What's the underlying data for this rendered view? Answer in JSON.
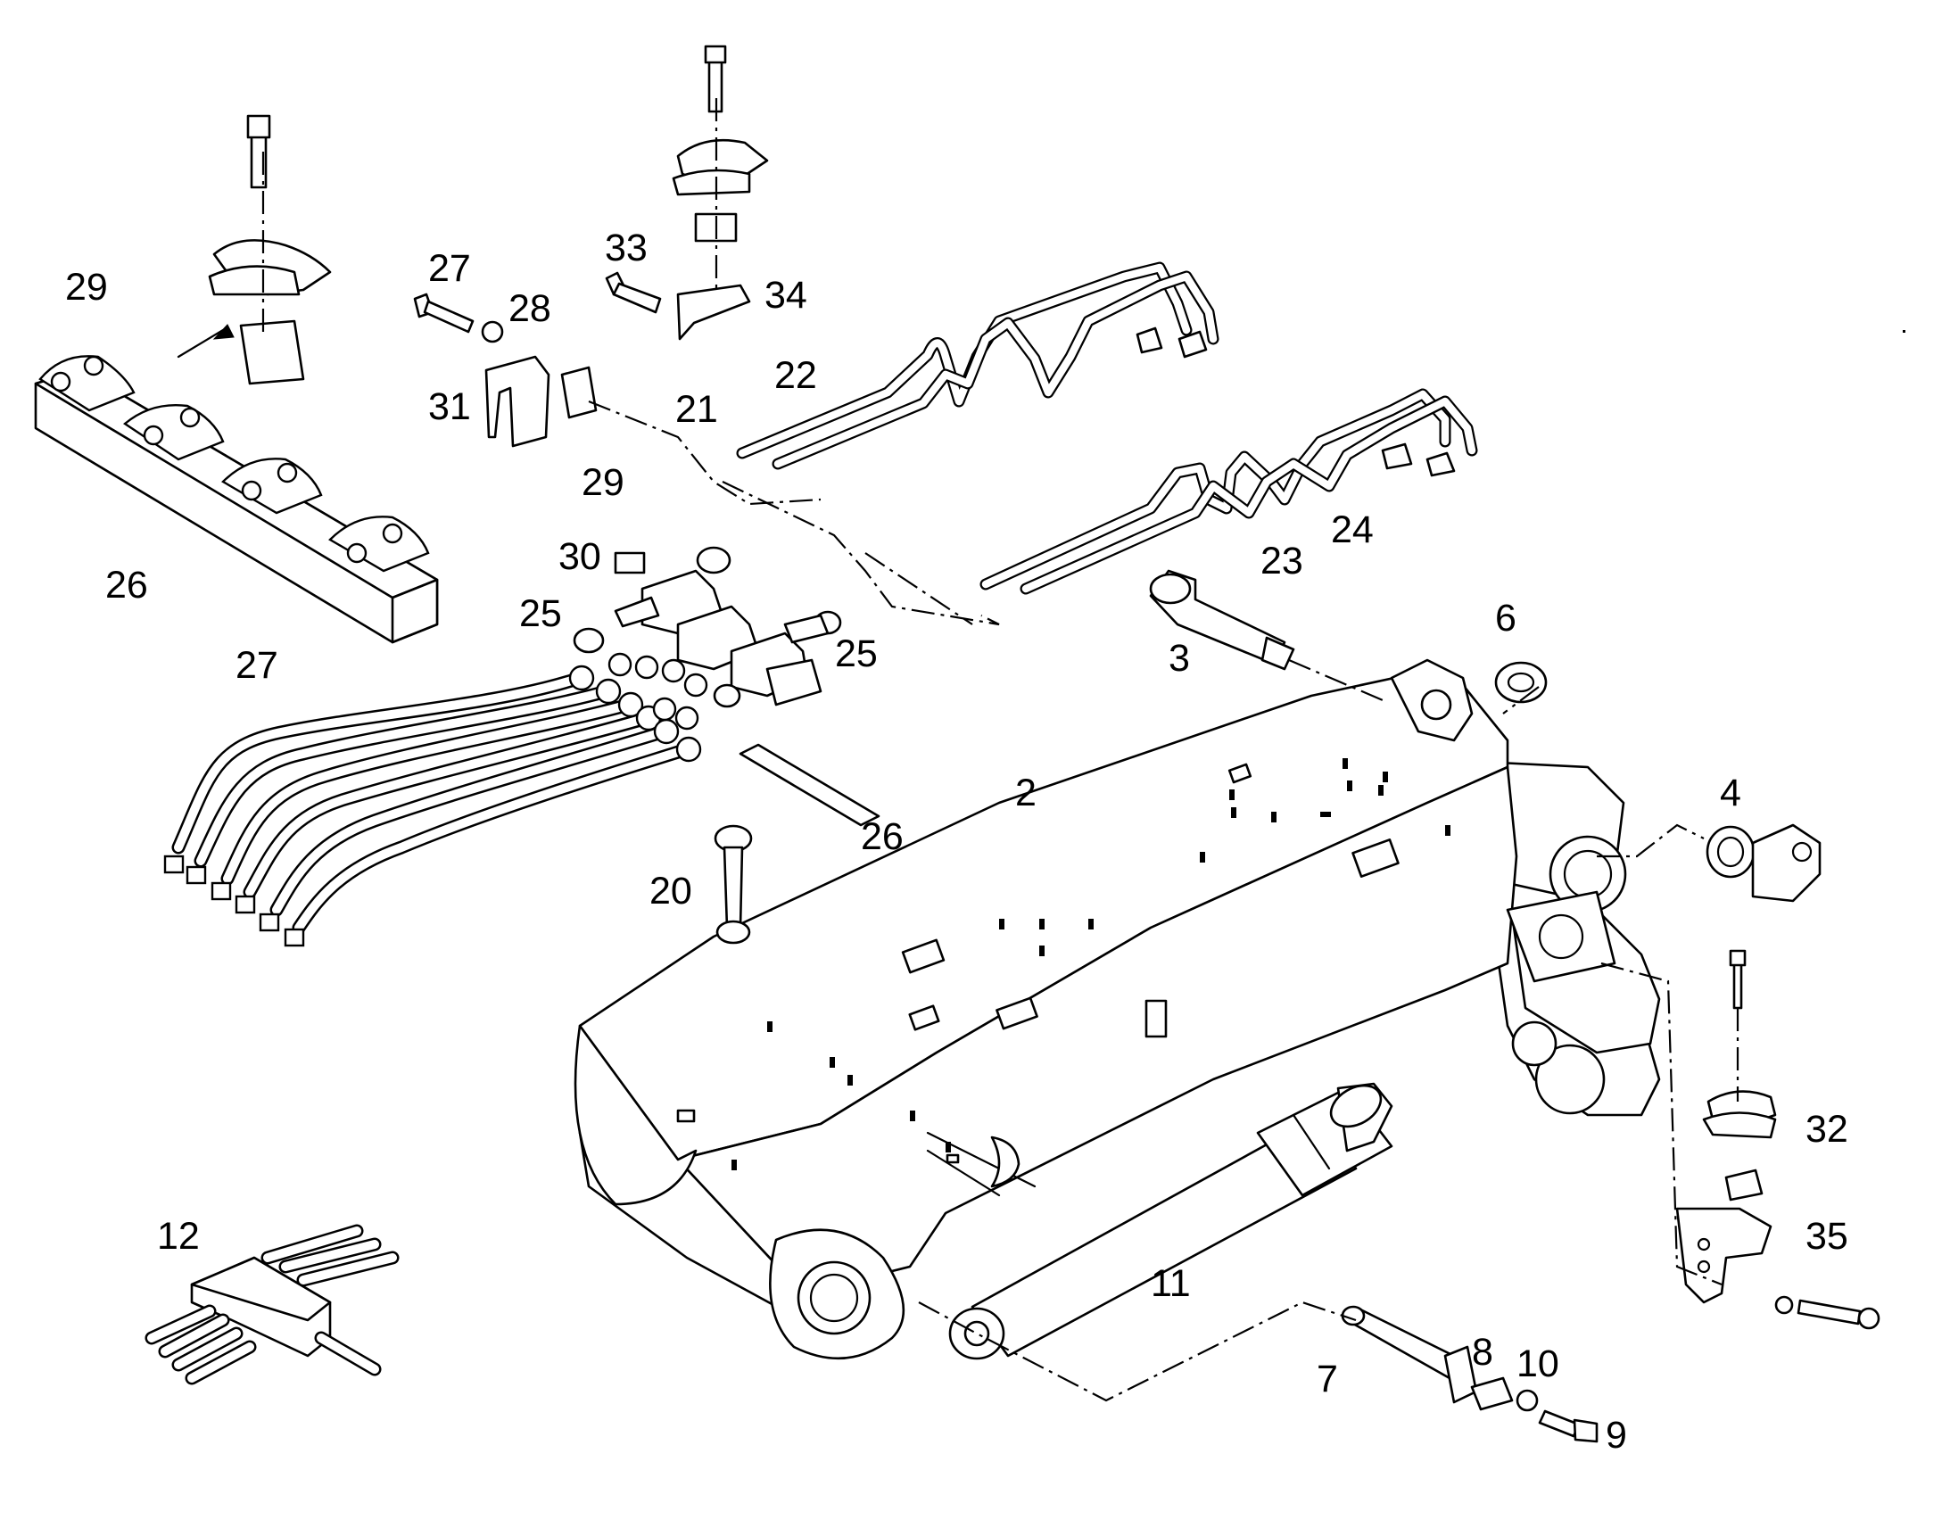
{
  "diagram": {
    "callouts": [
      {
        "id": "c29a",
        "label": "29"
      },
      {
        "id": "c27a",
        "label": "27"
      },
      {
        "id": "c28",
        "label": "28"
      },
      {
        "id": "c33",
        "label": "33"
      },
      {
        "id": "c34",
        "label": "34"
      },
      {
        "id": "c31",
        "label": "31"
      },
      {
        "id": "c22",
        "label": "22"
      },
      {
        "id": "c21",
        "label": "21"
      },
      {
        "id": "c29b",
        "label": "29"
      },
      {
        "id": "c30",
        "label": "30"
      },
      {
        "id": "c26a",
        "label": "26"
      },
      {
        "id": "c27b",
        "label": "27"
      },
      {
        "id": "c25a",
        "label": "25"
      },
      {
        "id": "c25b",
        "label": "25"
      },
      {
        "id": "c23",
        "label": "23"
      },
      {
        "id": "c24",
        "label": "24"
      },
      {
        "id": "c3",
        "label": "3"
      },
      {
        "id": "c6",
        "label": "6"
      },
      {
        "id": "c2",
        "label": "2"
      },
      {
        "id": "c26b",
        "label": "26"
      },
      {
        "id": "c20",
        "label": "20"
      },
      {
        "id": "c4",
        "label": "4"
      },
      {
        "id": "c32",
        "label": "32"
      },
      {
        "id": "c12",
        "label": "12"
      },
      {
        "id": "c11",
        "label": "11"
      },
      {
        "id": "c35",
        "label": "35"
      },
      {
        "id": "c8",
        "label": "8"
      },
      {
        "id": "c10",
        "label": "10"
      },
      {
        "id": "c7",
        "label": "7"
      },
      {
        "id": "c9",
        "label": "9"
      }
    ]
  }
}
